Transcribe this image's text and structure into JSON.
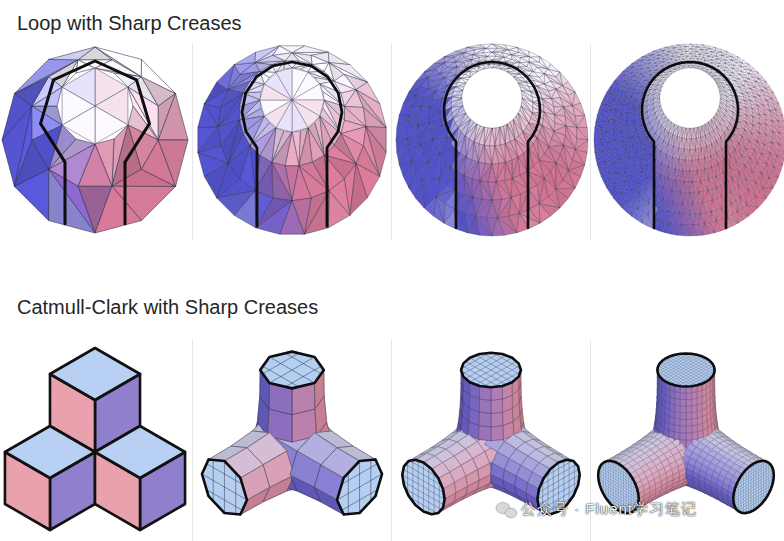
{
  "diagram": {
    "labels": [
      "Loop with Sharp Creases",
      "Catmull-Clark with Sharp Creases",
      "公众号 · Fluent学习笔记"
    ]
  }
}
